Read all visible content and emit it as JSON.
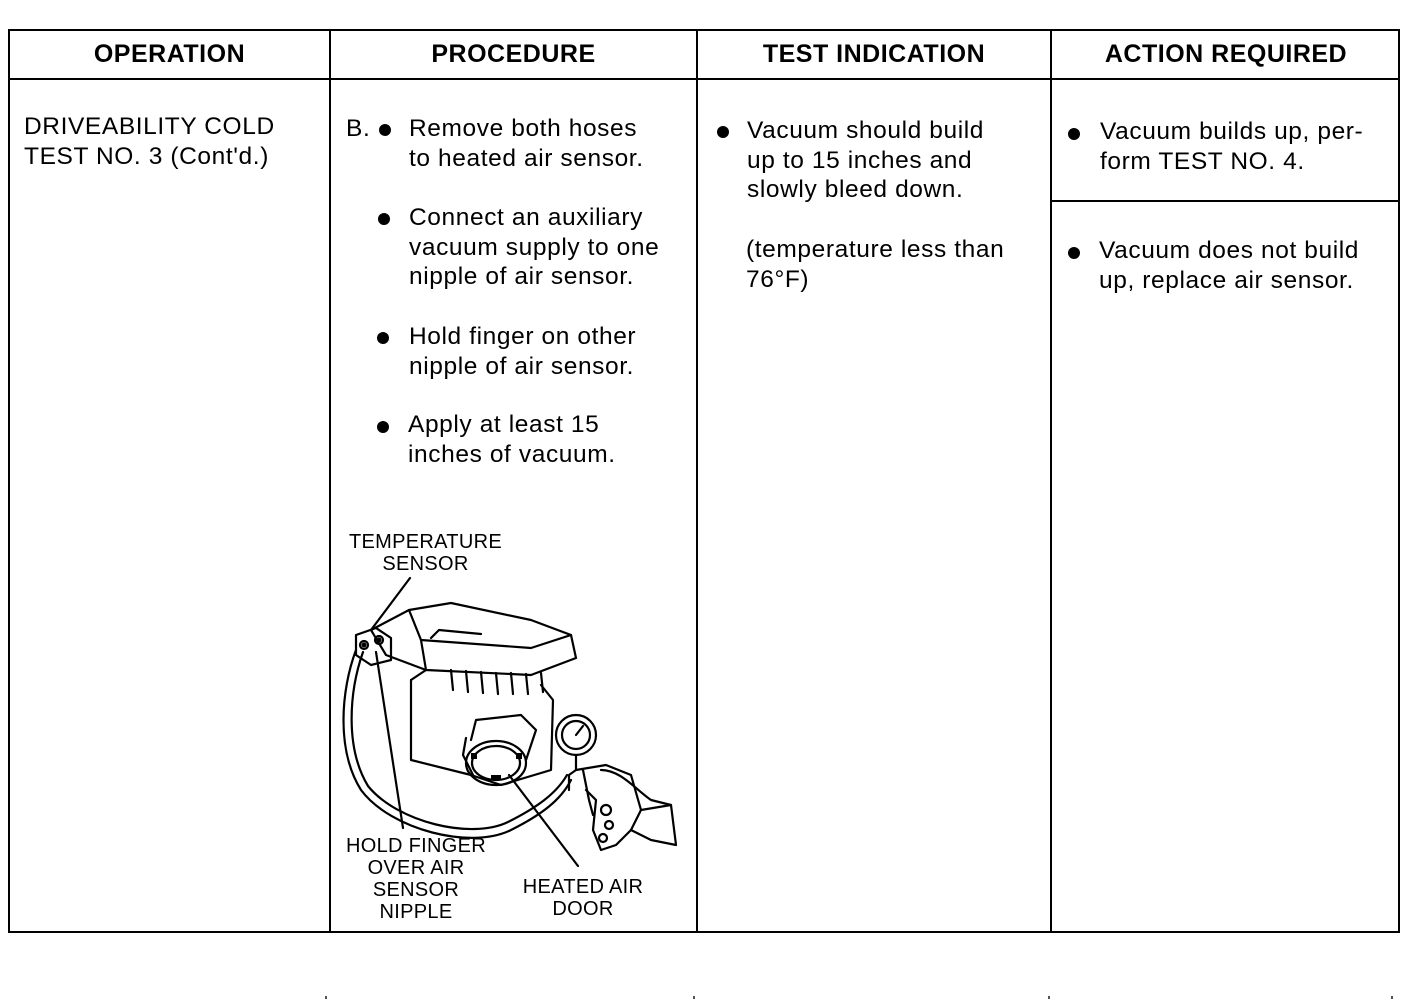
{
  "table": {
    "headers": {
      "operation": "OPERATION",
      "procedure": "PROCEDURE",
      "test_indication": "TEST INDICATION",
      "action_required": "ACTION REQUIRED"
    },
    "operation": {
      "text": "DRIVEABILITY COLD\nTEST NO. 3 (Cont'd.)"
    },
    "procedure": {
      "step_prefix": "B.",
      "steps": [
        "Remove both hoses\nto heated air sensor.",
        "Connect an auxiliary\nvacuum supply to one\nnipple of air sensor.",
        "Hold finger on other\nnipple of air sensor.",
        "Apply at least 15\ninches of vacuum."
      ]
    },
    "test_indication": {
      "items": [
        "Vacuum should build\nup to 15 inches and\nslowly bleed down."
      ],
      "note": "(temperature less than\n76°F)"
    },
    "action_required": {
      "items": [
        "Vacuum builds up, per-\nform TEST NO. 4.",
        "Vacuum does not build\nup, replace air sensor."
      ]
    }
  },
  "figure": {
    "labels": {
      "temperature_sensor": "TEMPERATURE\nSENSOR",
      "hold_finger": "HOLD FINGER\nOVER AIR\nSENSOR\nNIPPLE",
      "heated_air_door": "HEATED AIR\nDOOR"
    }
  }
}
